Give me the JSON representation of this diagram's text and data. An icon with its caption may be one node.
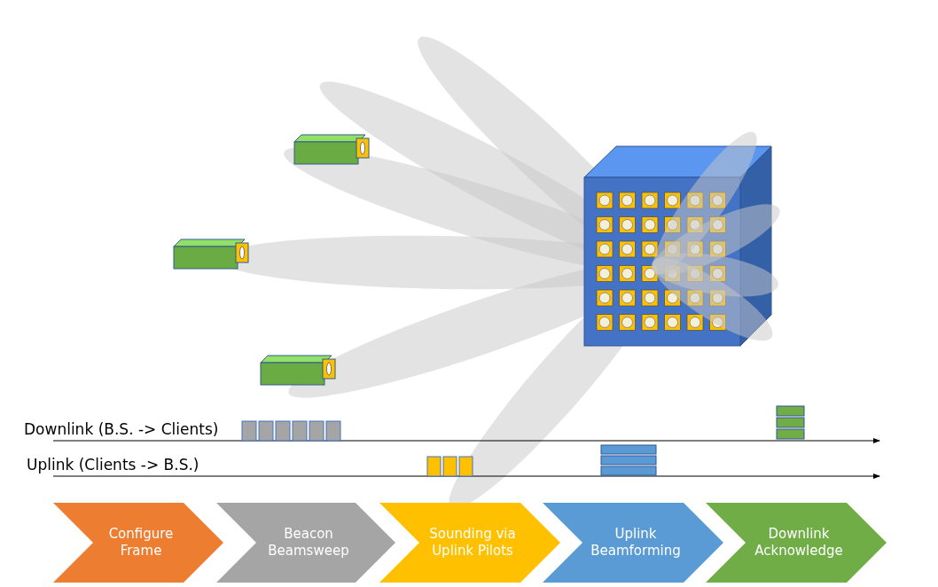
{
  "diagram": {
    "nodes": [
      {
        "text": [
          "Configure Frame"
        ]
      },
      {
        "text": [
          "Beacon Beamsweep"
        ]
      },
      {
        "text": [
          "Sounding via Uplink Pilots"
        ]
      },
      {
        "text": [
          "Uplink Beamforming"
        ]
      },
      {
        "text": [
          "Downlink Acknowledge"
        ]
      }
    ],
    "labels": [
      "Downlink (B.S. -> Clients)",
      "Uplink (Clients -> B.S.)"
    ]
  }
}
